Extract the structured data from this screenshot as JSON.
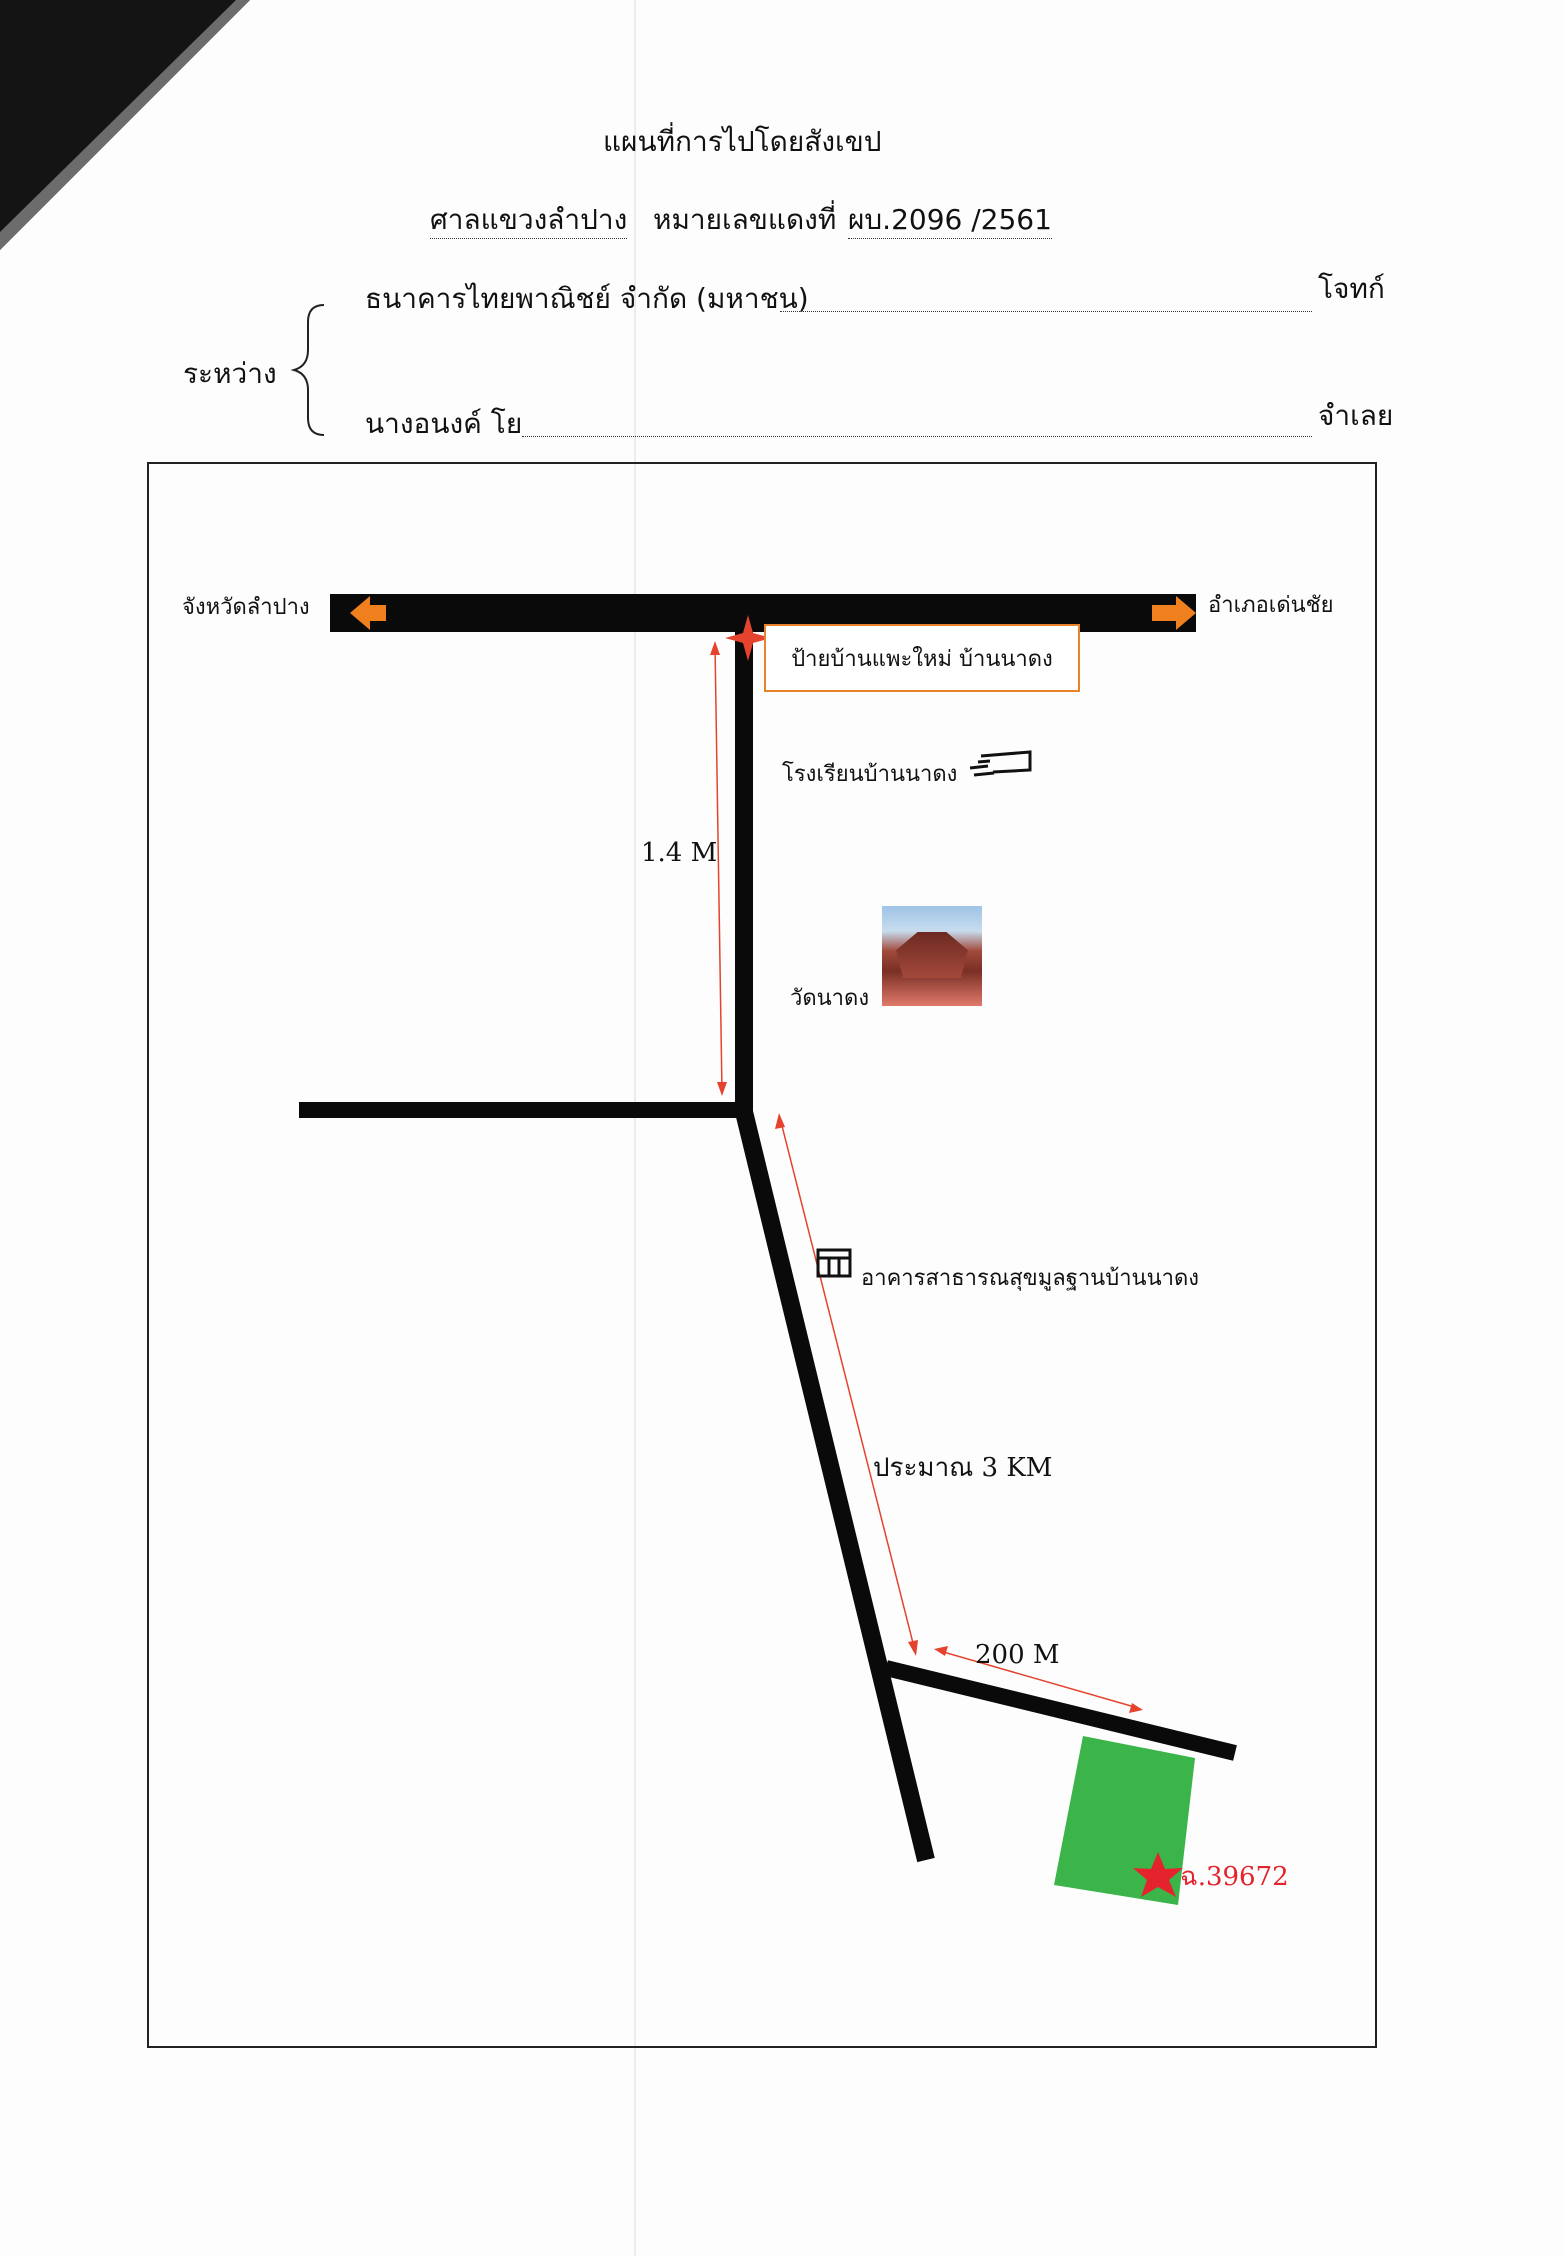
{
  "title": "แผนที่การไปโดยสังเขป",
  "court_line": {
    "court": "ศาลแขวงลำปาง",
    "case_label": "หมายเลขแดงที่",
    "case_no": "ผบ.2096 /2561"
  },
  "parties": {
    "between_label": "ระหว่าง",
    "plaintiff": "ธนาคารไทยพาณิชย์ จำกัด (มหาชน)",
    "plaintiff_role": "โจทก์",
    "defendant": "นางอนงค์ โย",
    "defendant_role": "จำเลย"
  },
  "map": {
    "left_destination": "จังหวัดลำปาง",
    "right_destination": "อำเภอเด่นชัย",
    "sign_label": "ป้ายบ้านแพะใหม่ บ้านนาดง",
    "school_label": "โรงเรียนบ้านนาดง",
    "temple_label": "วัดนาดง",
    "health_center_label": "อาคารสาธารณสุขมูลฐานบ้านนาดง",
    "distance_1": "1.4 M",
    "distance_2": "ประมาณ 3  KM",
    "distance_3": "200 M",
    "deed_label": "ฉ.39672",
    "colors": {
      "road": "#0a0a0a",
      "arrow_orange": "#f07f1e",
      "distance_red": "#e5432d",
      "plot_green": "#3bb44a",
      "sign_border": "#e8832e",
      "deed_red": "#e5232d"
    },
    "icons": [
      "left-arrow-icon",
      "right-arrow-icon",
      "red-star-marker-icon",
      "school-icon",
      "temple-photo",
      "health-center-icon",
      "red-star-marker-icon"
    ]
  }
}
